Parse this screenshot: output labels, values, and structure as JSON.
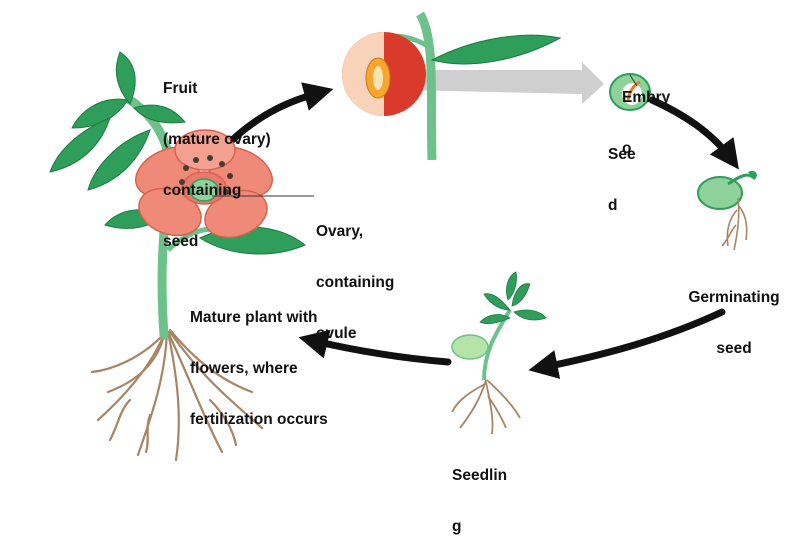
{
  "labels": {
    "fruit": [
      "Fruit",
      "(mature ovary)",
      "containing",
      "seed"
    ],
    "embryo": [
      "Embry",
      "o"
    ],
    "seed": [
      "See",
      "d"
    ],
    "ovary": [
      "Ovary,",
      "containing",
      "ovule"
    ],
    "germinating": [
      "Germinating",
      "seed"
    ],
    "mature_plant": [
      "Mature plant with",
      "flowers, where",
      "fertilization occurs"
    ],
    "seedling": [
      "Seedlin",
      "g"
    ]
  },
  "colors": {
    "arrow": "#111111",
    "leaf": "#2e9e5a",
    "leaf_dark": "#1d7a41",
    "stem": "#6cc28a",
    "petal": "#f08a78",
    "petal_dark": "#d9604f",
    "root": "#e6c9a6",
    "root_edge": "#a88462",
    "fruit_red": "#d93a2b",
    "fruit_flesh": "#f9d3b9",
    "seed_green": "#8fd19a",
    "arrow_gray": "#cfcfcf"
  }
}
